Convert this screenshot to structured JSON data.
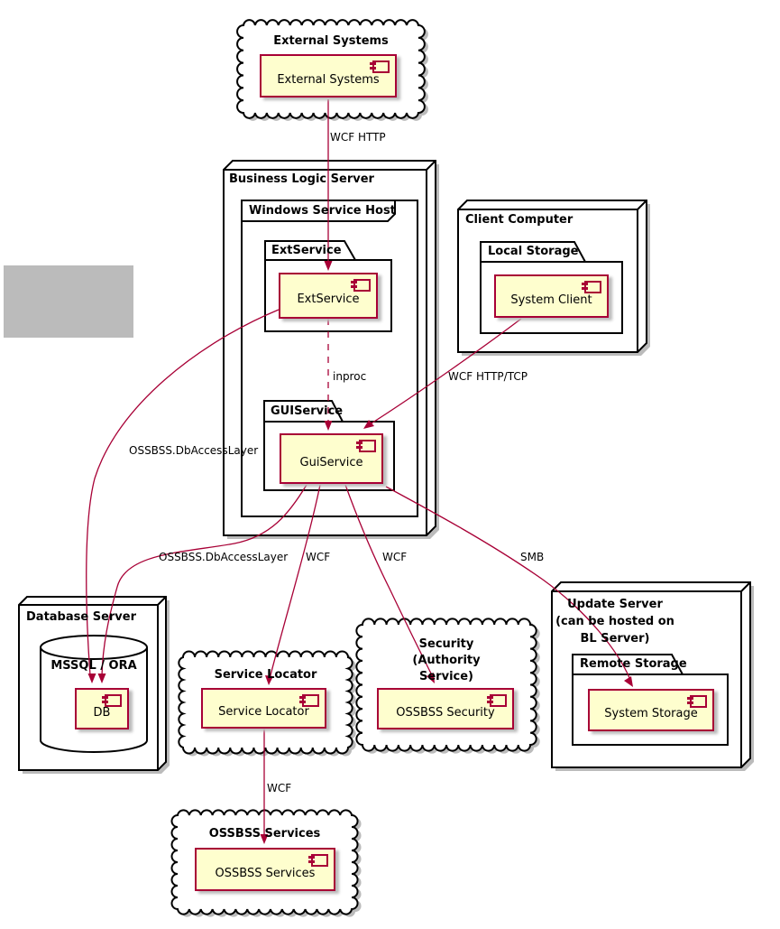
{
  "colors": {
    "component_fill": "#FEFECE",
    "component_border": "#A80036",
    "edge": "#A80036",
    "outline": "#000000",
    "shadow": "#BBBBBB"
  },
  "nodes": {
    "business_logic_server": {
      "title": "Business Logic Server"
    },
    "client_computer": {
      "title": "Client Computer"
    },
    "database_server": {
      "title": "Database Server"
    },
    "update_server": {
      "title_lines": [
        "Update Server",
        "(can be hosted on",
        "BL Server)"
      ]
    }
  },
  "packages": {
    "windows_service_host": {
      "title": "Windows Service Host"
    },
    "ext_service": {
      "title": "ExtService"
    },
    "gui_service": {
      "title": "GUIService"
    },
    "local_storage": {
      "title": "Local Storage"
    },
    "remote_storage": {
      "title": "Remote Storage"
    }
  },
  "clouds": {
    "external_systems": {
      "title": "External Systems"
    },
    "service_locator": {
      "title": "Service Locator"
    },
    "security": {
      "title_lines": [
        "Security",
        "(Authority",
        "Service)"
      ]
    },
    "ossbss_services": {
      "title": "OSSBSS Services"
    }
  },
  "database": {
    "title": "MSSQL / ORA"
  },
  "components": {
    "external_systems": {
      "label": "External Systems"
    },
    "ext_service": {
      "label": "ExtService"
    },
    "gui_service": {
      "label": "GuiService"
    },
    "system_client": {
      "label": "System Client"
    },
    "db": {
      "label": "DB"
    },
    "service_locator": {
      "label": "Service Locator"
    },
    "ossbss_security": {
      "label": "OSSBSS Security"
    },
    "system_storage": {
      "label": "System Storage"
    },
    "ossbss_services": {
      "label": "OSSBSS Services"
    }
  },
  "edges": {
    "wcf_http": {
      "label": "WCF HTTP"
    },
    "inproc": {
      "label": "inproc"
    },
    "wcf_http_tcp": {
      "label": "WCF HTTP/TCP"
    },
    "ext_db": {
      "label": "OSSBSS.DbAccessLayer"
    },
    "gui_db": {
      "label": "OSSBSS.DbAccessLayer"
    },
    "gui_locator": {
      "label": "WCF"
    },
    "gui_security": {
      "label": "WCF"
    },
    "gui_storage": {
      "label": "SMB"
    },
    "locator_services": {
      "label": "WCF"
    }
  }
}
